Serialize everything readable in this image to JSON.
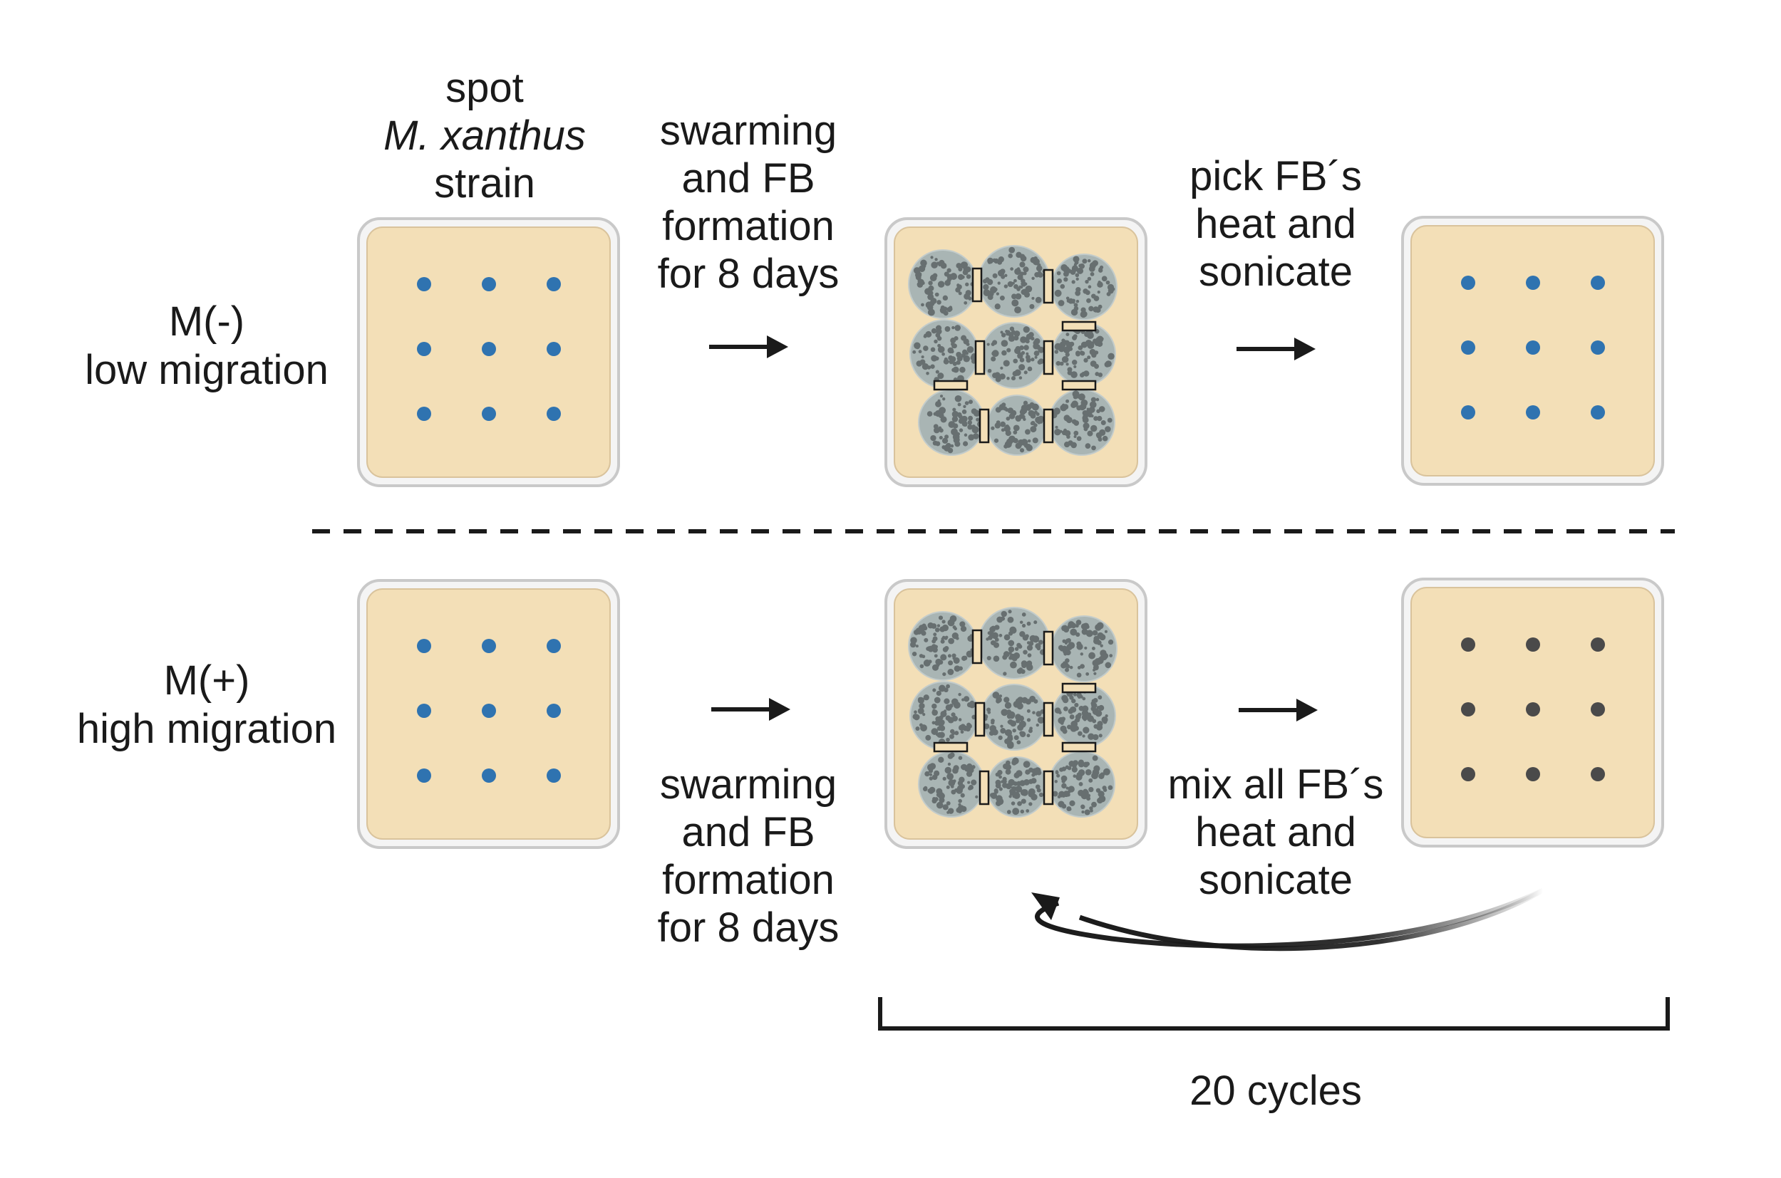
{
  "rows": [
    {
      "label_line1": "M(-)",
      "label_line2": "low migration"
    },
    {
      "label_line1": "M(+)",
      "label_line2": "high migration"
    }
  ],
  "steps": {
    "spot": {
      "line1": "spot",
      "line2": "M. xanthus",
      "line3": "strain"
    },
    "swarm_top": {
      "line1": "swarming",
      "line2": "and FB",
      "line3": "formation",
      "line4": "for 8 days"
    },
    "pick": {
      "line1": "pick FB´s",
      "line2": "heat and",
      "line3": "sonicate"
    },
    "swarm_bottom": {
      "line1": "swarming",
      "line2": "and FB",
      "line3": "formation",
      "line4": "for 8 days"
    },
    "mix": {
      "line1": "mix all FB´s",
      "line2": "heat and",
      "line3": "sonicate"
    }
  },
  "cycles_label": "20 cycles",
  "colors": {
    "agar": "#f3dfb7",
    "plate_rim": "#c9c9c9",
    "spot_blue": "#2f73b0",
    "spot_dark": "#4a4a4a",
    "colony": "#a9b5b4",
    "colony_speck": "#676f70"
  }
}
